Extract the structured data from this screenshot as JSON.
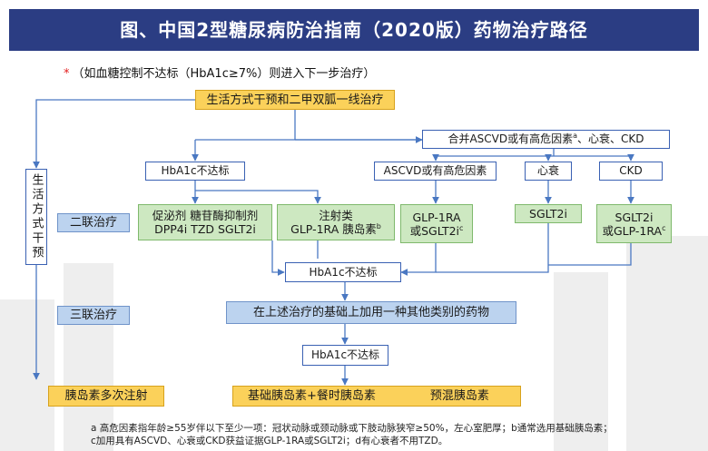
{
  "header": {
    "title": "图、中国2型糖尿病防治指南（2020版）药物治疗路径"
  },
  "note": {
    "star": "*",
    "text": "（如血糖控制不达标（HbA1c≥7%）则进入下一步治疗）"
  },
  "nodes": {
    "first_line": "生活方式干预和二甲双胍一线治疗",
    "lifestyle_side": "生活方式干预",
    "ascvd_branch": "合并ASCVD或有高危因素",
    "ascvd_branch_sup": "a",
    "ascvd_branch_tail": "、心衰、CKD",
    "hba1c_1": "HbA1c不达标",
    "ascvd_box": "ASCVD或有高危因素",
    "hf_box": "心衰",
    "ckd_box": "CKD",
    "dual_label": "二联治疗",
    "oral_line1": "促泌剂 糖苷酶抑制剂",
    "oral_line2": "DPP4i TZD SGLT2i",
    "inject_line1": "注射类",
    "inject_line2": "GLP-1RA 胰岛素",
    "inject_sup": "b",
    "glp_line1": "GLP-1RA",
    "glp_line2": "或SGLT2i",
    "glp_sup": "c",
    "sglt2_hf": "SGLT2i",
    "ckd_drug_line1": "SGLT2i",
    "ckd_drug_line2": "或GLP-1RA",
    "ckd_drug_sup": "c",
    "hba1c_2": "HbA1c不达标",
    "triple_label": "三联治疗",
    "triple_text": "在上述治疗的基础上加用一种其他类别的药物",
    "hba1c_3": "HbA1c不达标",
    "insulin_multi": "胰岛素多次注射",
    "basal_bolus": "基础胰岛素+餐时胰岛素",
    "premix": "预混胰岛素"
  },
  "footnotes": {
    "line1": "a 高危因素指年龄≥55岁伴以下至少一项：冠状动脉或颈动脉或下肢动脉狭窄≥50%，左心室肥厚；b通常选用基础胰岛素；",
    "line2": "c加用具有ASCVD、心衰或CKD获益证据GLP-1RA或SGLT2i；d有心衰者不用TZD。"
  },
  "colors": {
    "header": "#2b3d83",
    "yellow": "#fbd15a",
    "green": "#cde8c1",
    "blue": "#bcd3ef",
    "arrow": "#4a78c2",
    "note_star": "#e31d1d"
  }
}
